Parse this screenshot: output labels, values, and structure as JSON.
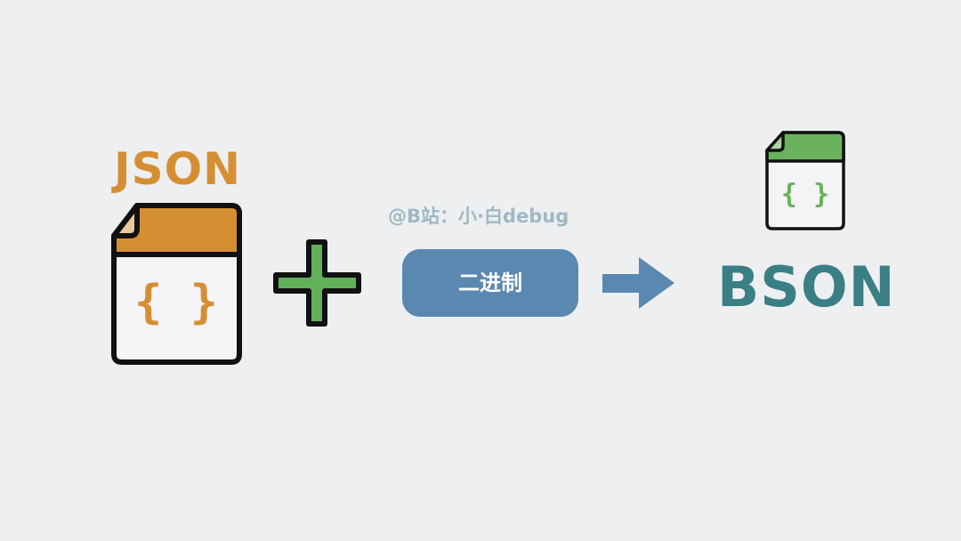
{
  "json_label": "JSON",
  "bson_label": "BSON",
  "watermark": "@B站：小·白debug",
  "binary_label": "二进制",
  "json_file": {
    "brace_text": "{ }"
  },
  "bson_file": {
    "brace_text": "{ }"
  },
  "colors": {
    "background": "#eeeff1",
    "json_orange": "#d58f33",
    "json_fold": "#ebc79c",
    "file_body": "#f4f3f6",
    "outline": "#111111",
    "plus_green": "#62b05a",
    "pill_blue": "#5b88b0",
    "arrow_blue": "#5b88b0",
    "bson_teal": "#3b7f86",
    "bson_green": "#6ab35c",
    "watermark": "#9fb8c4"
  },
  "icons": {
    "json_file": "json-file-icon",
    "plus": "plus-icon",
    "arrow": "arrow-right-icon",
    "bson_file": "bson-file-icon"
  }
}
